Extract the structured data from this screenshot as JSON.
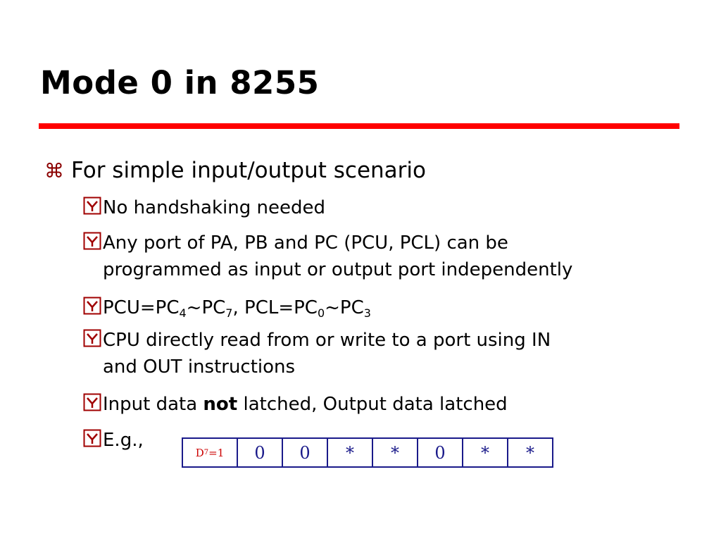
{
  "slide": {
    "title": "Mode 0 in 8255",
    "bullet_l1": "For simple input/output scenario",
    "items": [
      {
        "text": "No handshaking needed"
      },
      {
        "line1": "Any port of PA, PB and PC (PCU, PCL) can be",
        "line2": "programmed as input or output port independently"
      },
      {
        "pcu": "PCU=PC",
        "s1": "4",
        "mid1": "~PC",
        "s2": "7",
        "pcl": ", PCL=PC",
        "s3": "0",
        "mid2": "~PC",
        "s4": "3"
      },
      {
        "line1": "CPU directly read from or write to a port using IN",
        "line2": "and OUT instructions"
      },
      {
        "pre": "Input data ",
        "bold": "not",
        "post": " latched, Output data latched"
      },
      {
        "text": "E.g.,"
      }
    ],
    "register": {
      "first_pre": "D",
      "first_sub": "7",
      "first_post": "=1",
      "cells": [
        "0",
        "0",
        "*",
        "*",
        "0",
        "*",
        "*"
      ]
    }
  },
  "colors": {
    "rule": "#ff0000",
    "register_border": "#1a1a8a",
    "register_label": "#cc0000"
  },
  "icons": {
    "level1_bullet": "command-symbol-icon",
    "level2_bullet": "checkbox-y-icon"
  }
}
